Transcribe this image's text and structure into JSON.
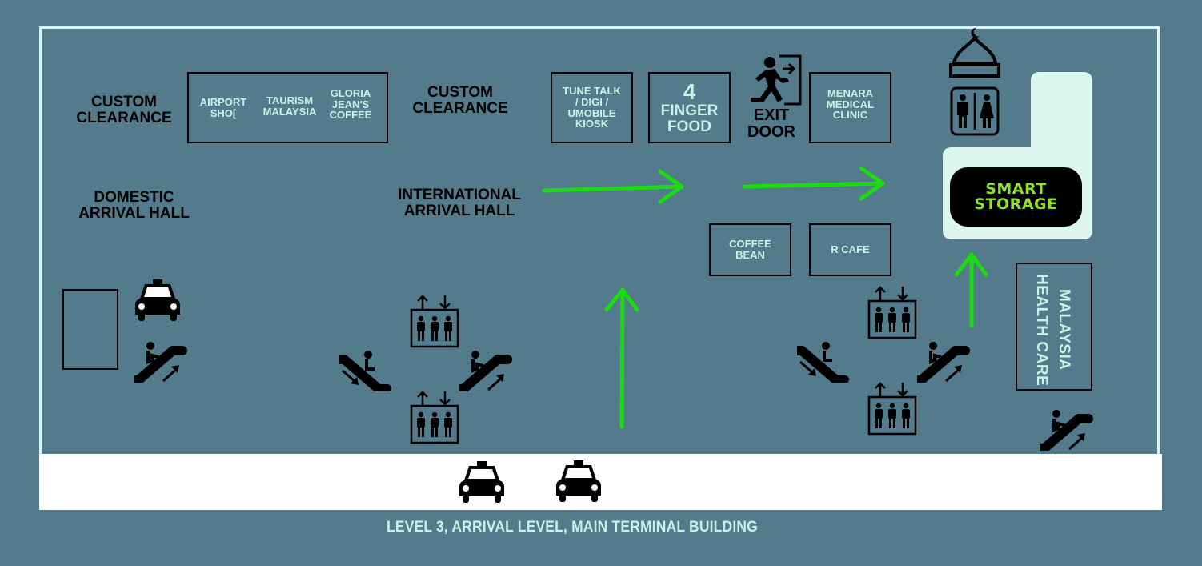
{
  "map": {
    "footer_title": "LEVEL 3, ARRIVAL LEVEL, MAIN TERMINAL BUILDING",
    "colors": {
      "background": "#537b8b",
      "frame_line": "#dcf5ef",
      "road": "#ffffff",
      "route_arrow": "#1adc10",
      "shop_text": "#c9f1e6",
      "smart_storage_text": "#8ee128",
      "smart_storage_panel": "#ddf6f0"
    },
    "areas": {
      "custom_clearance_left": "CUSTOM\nCLEARANCE",
      "custom_clearance_right": "CUSTOM\nCLEARANCE",
      "domestic_arrival_hall": "DOMESTIC\nARRIVAL HALL",
      "international_arrival_hall": "INTERNATIONAL\nARRIVAL HALL",
      "exit_door": "EXIT\nDOOR"
    },
    "shops": {
      "airport_shop": "AIRPORT\nSHO[",
      "taurism_malaysia": "TAURISM\nMALAYSIA",
      "gloria_jeans": "GLORIA\nJEAN'S\nCOFFEE",
      "tune_talk_kiosk": "TUNE TALK\n/ DIGI /\nUMOBILE\nKIOSK",
      "four_finger_food_number": "4",
      "four_finger_food_label": "FINGER\nFOOD",
      "menara_medical": "MENARA\nMEDICAL\nCLINIC",
      "coffee_bean": "COFFEE\nBEAN",
      "r_cafe": "R CAFE",
      "malaysia_health_care_line1": "MALAYSIA",
      "malaysia_health_care_line2": "HEALTH CARE"
    },
    "smart_storage": {
      "label": "SMART\nSTORAGE"
    },
    "icons": [
      "taxi-icon",
      "escalator-up-icon",
      "escalator-down-icon",
      "elevator-icon",
      "exit-door-icon",
      "mosque-prayer-room-icon",
      "restroom-icon",
      "route-arrow"
    ]
  }
}
